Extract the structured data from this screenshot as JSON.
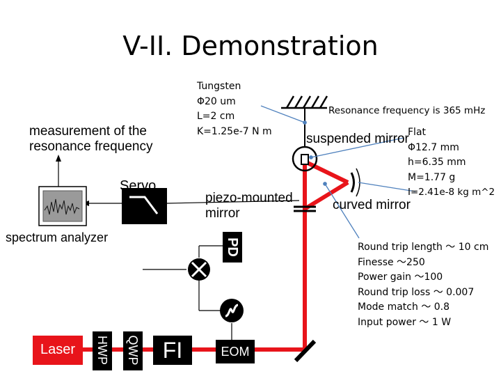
{
  "title": "V-II. Demonstration",
  "tungsten_note": [
    "Tungsten",
    "Φ20 um",
    "L=2 cm",
    "K=1.25e-7 N m"
  ],
  "resonance_note": "Resonance frequency is 365 mHz",
  "mirror_note": [
    "Flat",
    "Φ12.7 mm",
    "h=6.35 mm",
    "M=1.77 g",
    "I=2.41e-8 kg m^2"
  ],
  "cavity_note": [
    "Round trip length ～ 10 cm",
    "Finesse ～250",
    "Power gain ～100",
    "Round trip loss ～ 0.007",
    "Mode match ～ 0.8",
    "Input power ～ 1 W"
  ],
  "labels": {
    "measurement": [
      "measurement of the",
      "resonance frequency"
    ],
    "servo": "Servo",
    "piezo": [
      "piezo-mounted",
      "mirror"
    ],
    "spectrum": "spectrum analyzer",
    "suspended": "suspended mirror",
    "curved": "curved mirror",
    "pd": "PD",
    "laser": "Laser",
    "hwp": "HWP",
    "qwp": "QWP",
    "fi": "FI",
    "eom": "EOM"
  },
  "colors": {
    "beam": "#e8141a",
    "box": "#000000",
    "screen": "#9a9a9a",
    "pointer": "#4f81bd"
  }
}
